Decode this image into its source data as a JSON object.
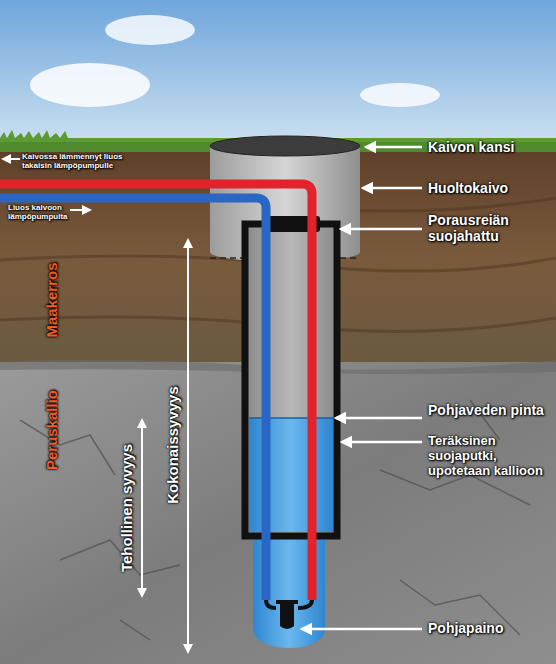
{
  "diagram": {
    "labels": [
      "Kaivossa lämmennyt liuos takaisin lämpöpumpulle",
      "Liuos kaivoon lämpöpumpulta",
      "Kaivon kansi",
      "Huoltokaivo",
      "Porausreiän suojahattu",
      "Maakerros",
      "Peruskallio",
      "Kokonaissyvyys",
      "Tehollinen syvyys",
      "Pohjaveden pinta",
      "Teräksinen suojaputki, upotetaan kallioon",
      "Pohjapaino"
    ]
  }
}
